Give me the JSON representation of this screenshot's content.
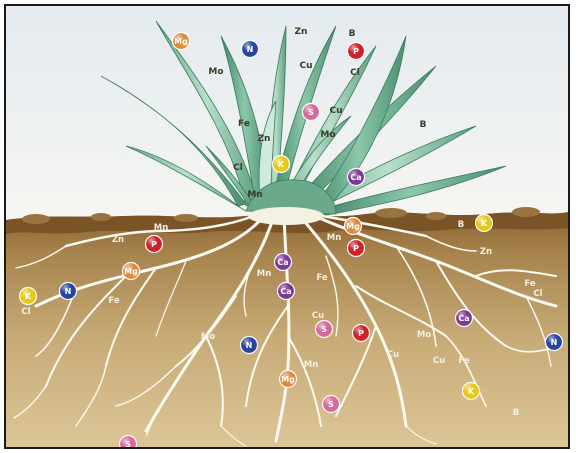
{
  "colors": {
    "sky_top": "#e7ecf1",
    "sky_bottom": "#f5f6f4",
    "soil_top": "#8a6330",
    "soil_mid": "#b99863",
    "soil_bottom": "#d7bf8f",
    "leaf_dark": "#4e8f72",
    "leaf_light": "#9ccfb6",
    "root": "#fbfaf2"
  },
  "element_colors": {
    "Mg": "#e08a3c",
    "N": "#2745a0",
    "P": "#d0202b",
    "S": "#d86a9a",
    "Ca": "#7b3a96",
    "K": "#e8c81a"
  },
  "badges": [
    {
      "sym": "Mg",
      "area": "plant"
    },
    {
      "sym": "N",
      "area": "plant"
    },
    {
      "sym": "P",
      "area": "plant"
    },
    {
      "sym": "S",
      "area": "plant"
    },
    {
      "sym": "K",
      "area": "plant"
    },
    {
      "sym": "Ca",
      "area": "plant"
    },
    {
      "sym": "Mg",
      "area": "soil"
    },
    {
      "sym": "P",
      "area": "soil"
    },
    {
      "sym": "Ca",
      "area": "soil"
    },
    {
      "sym": "P",
      "area": "soil"
    },
    {
      "sym": "Mg",
      "area": "soil"
    },
    {
      "sym": "K",
      "area": "soil"
    },
    {
      "sym": "N",
      "area": "soil"
    },
    {
      "sym": "Ca",
      "area": "soil"
    },
    {
      "sym": "K",
      "area": "soil"
    },
    {
      "sym": "Ca",
      "area": "soil"
    },
    {
      "sym": "S",
      "area": "soil"
    },
    {
      "sym": "P",
      "area": "soil"
    },
    {
      "sym": "N",
      "area": "soil"
    },
    {
      "sym": "Mg",
      "area": "soil"
    },
    {
      "sym": "S",
      "area": "soil"
    },
    {
      "sym": "K",
      "area": "soil"
    },
    {
      "sym": "N",
      "area": "soil"
    },
    {
      "sym": "S",
      "area": "soil"
    }
  ],
  "labels": [
    {
      "text": "Zn",
      "area": "plant"
    },
    {
      "text": "B",
      "area": "plant"
    },
    {
      "text": "Mo",
      "area": "plant"
    },
    {
      "text": "Cu",
      "area": "plant"
    },
    {
      "text": "Cl",
      "area": "plant"
    },
    {
      "text": "Fe",
      "area": "plant"
    },
    {
      "text": "Cu",
      "area": "plant"
    },
    {
      "text": "Mo",
      "area": "plant"
    },
    {
      "text": "Zn",
      "area": "plant"
    },
    {
      "text": "B",
      "area": "plant"
    },
    {
      "text": "Cl",
      "area": "plant"
    },
    {
      "text": "Mn",
      "area": "plant"
    },
    {
      "text": "Mn",
      "area": "soil"
    },
    {
      "text": "Zn",
      "area": "soil"
    },
    {
      "text": "B",
      "area": "soil"
    },
    {
      "text": "Zn",
      "area": "soil"
    },
    {
      "text": "Cl",
      "area": "soil"
    },
    {
      "text": "Mn",
      "area": "soil"
    },
    {
      "text": "Fe",
      "area": "soil"
    },
    {
      "text": "Fe",
      "area": "soil"
    },
    {
      "text": "Fe",
      "area": "soil"
    },
    {
      "text": "Cl",
      "area": "soil"
    },
    {
      "text": "Cu",
      "area": "soil"
    },
    {
      "text": "Mo",
      "area": "soil"
    },
    {
      "text": "Mo",
      "area": "soil"
    },
    {
      "text": "Cu",
      "area": "soil"
    },
    {
      "text": "Mn",
      "area": "soil"
    },
    {
      "text": "Cu",
      "area": "soil"
    },
    {
      "text": "Fe",
      "area": "soil"
    },
    {
      "text": "B",
      "area": "soil"
    },
    {
      "text": "Mn",
      "area": "soil"
    }
  ]
}
